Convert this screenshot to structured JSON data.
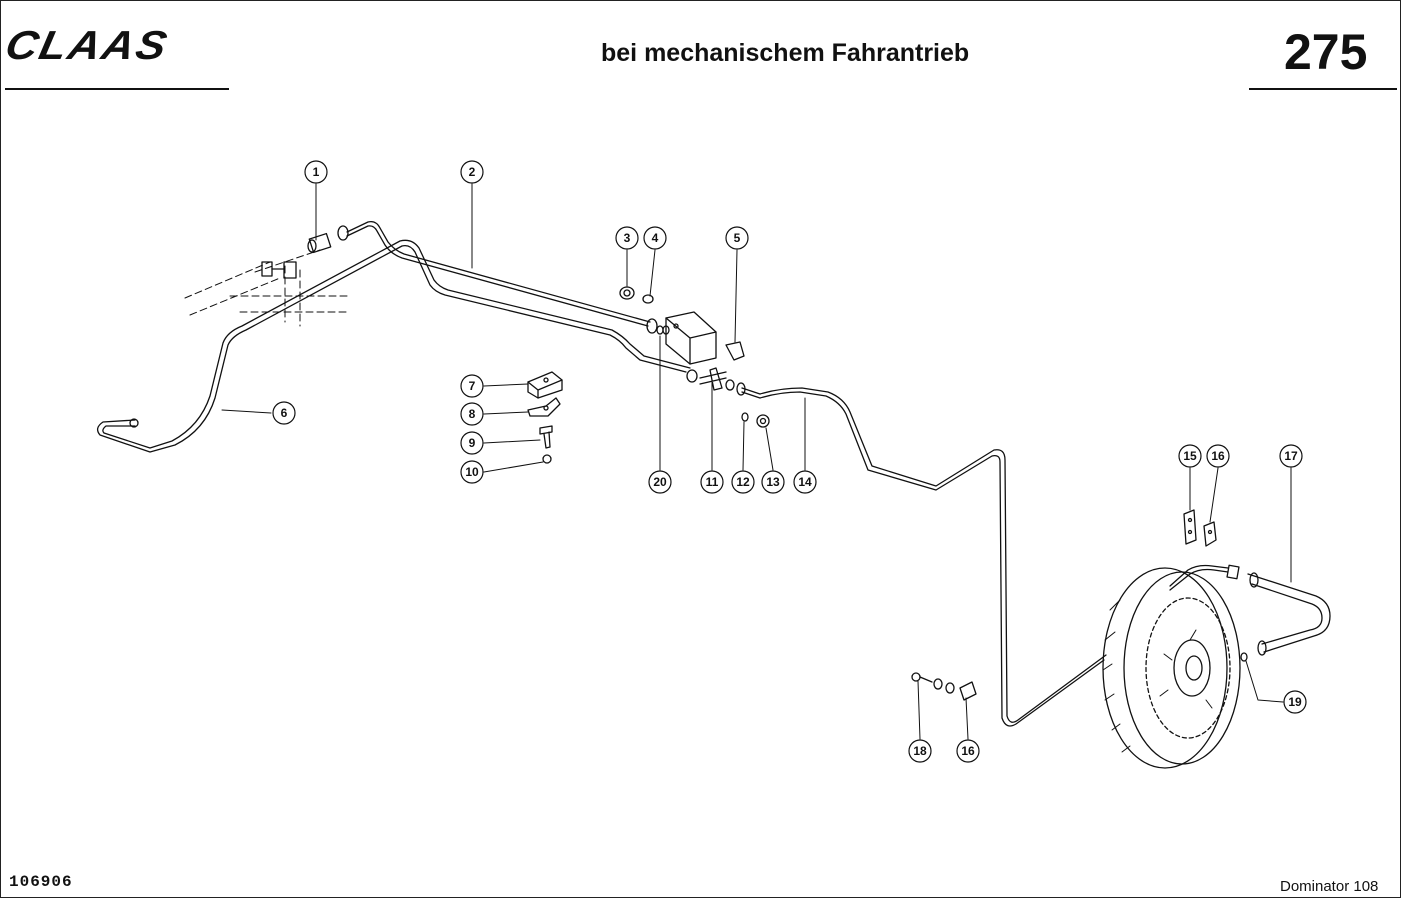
{
  "header": {
    "brand": "CLAAS",
    "title": "bei mechanischem Fahrantrieb",
    "page_number": "275"
  },
  "footer": {
    "document_number": "106906",
    "model": "Dominator 108"
  },
  "callouts": [
    {
      "id": "c1",
      "label": "1"
    },
    {
      "id": "c2",
      "label": "2"
    },
    {
      "id": "c3",
      "label": "3"
    },
    {
      "id": "c4",
      "label": "4"
    },
    {
      "id": "c5",
      "label": "5"
    },
    {
      "id": "c6",
      "label": "6"
    },
    {
      "id": "c7",
      "label": "7"
    },
    {
      "id": "c8",
      "label": "8"
    },
    {
      "id": "c9",
      "label": "9"
    },
    {
      "id": "c10",
      "label": "10"
    },
    {
      "id": "c20",
      "label": "20"
    },
    {
      "id": "c11",
      "label": "11"
    },
    {
      "id": "c12",
      "label": "12"
    },
    {
      "id": "c13",
      "label": "13"
    },
    {
      "id": "c14",
      "label": "14"
    },
    {
      "id": "c15",
      "label": "15"
    },
    {
      "id": "c16a",
      "label": "16"
    },
    {
      "id": "c17",
      "label": "17"
    },
    {
      "id": "c18",
      "label": "18"
    },
    {
      "id": "c16b",
      "label": "16"
    },
    {
      "id": "c19",
      "label": "19"
    }
  ]
}
